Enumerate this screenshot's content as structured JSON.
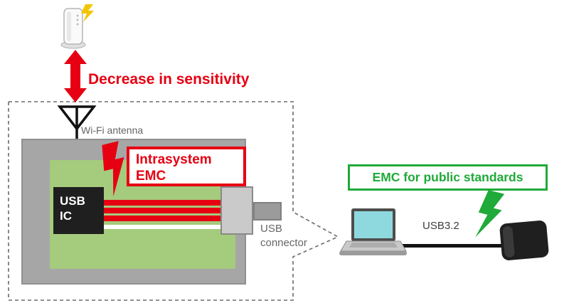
{
  "labels": {
    "decrease": "Decrease in sensitivity",
    "wifi_antenna": "Wi-Fi antenna",
    "usb_ic_1": "USB",
    "usb_ic_2": "IC",
    "intrasystem_1": "Intrasystem",
    "intrasystem_2": "EMC",
    "usb_connector_1": "USB",
    "usb_connector_2": "connector",
    "emc_public": "EMC for public standards",
    "usb32": "USB3.2"
  },
  "colors": {
    "red": "#e60012",
    "green": "#1faa39",
    "pcb": "#a5cb7d",
    "case": "#a6a6a6",
    "case_border": "#909090",
    "ic": "#1f1f1f",
    "gray_text": "#666666",
    "connector": "#cacaca",
    "connector_border": "#8a8a8a",
    "plug": "#9b9b9b",
    "dash": "#6b6b6b",
    "yellow": "#f2c500",
    "screen": "#8ed9de",
    "cable": "#121212"
  },
  "icons": {
    "router": "wireless-access-point",
    "double_arrow": "interference-coupling-arrow",
    "antenna": "wifi-antenna-symbol",
    "red_bolt": "intrasystem-noise-bolt",
    "green_bolt": "external-noise-bolt",
    "laptop": "host-pc",
    "drive": "external-usb-drive"
  }
}
